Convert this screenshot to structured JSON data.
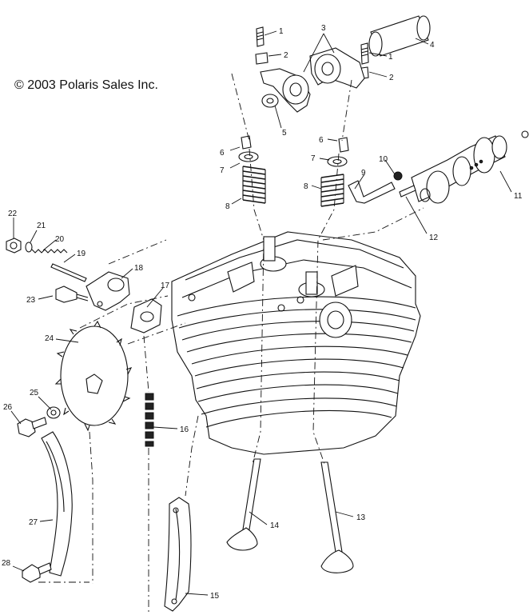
{
  "copyright": "© 2003 Polaris Sales Inc.",
  "callouts": {
    "c1a": "1",
    "c1b": "1",
    "c2a": "2",
    "c2b": "2",
    "c3": "3",
    "c4": "4",
    "c5": "5",
    "c6a": "6",
    "c6b": "6",
    "c7a": "7",
    "c7b": "7",
    "c8a": "8",
    "c8b": "8",
    "c9": "9",
    "c10": "10",
    "c11": "11",
    "c12": "12",
    "c13": "13",
    "c14": "14",
    "c15": "15",
    "c16": "16",
    "c17": "17",
    "c18": "18",
    "c19": "19",
    "c20": "20",
    "c21": "21",
    "c22": "22",
    "c23": "23",
    "c24": "24",
    "c25": "25",
    "c26": "26",
    "c27": "27",
    "c28": "28"
  }
}
